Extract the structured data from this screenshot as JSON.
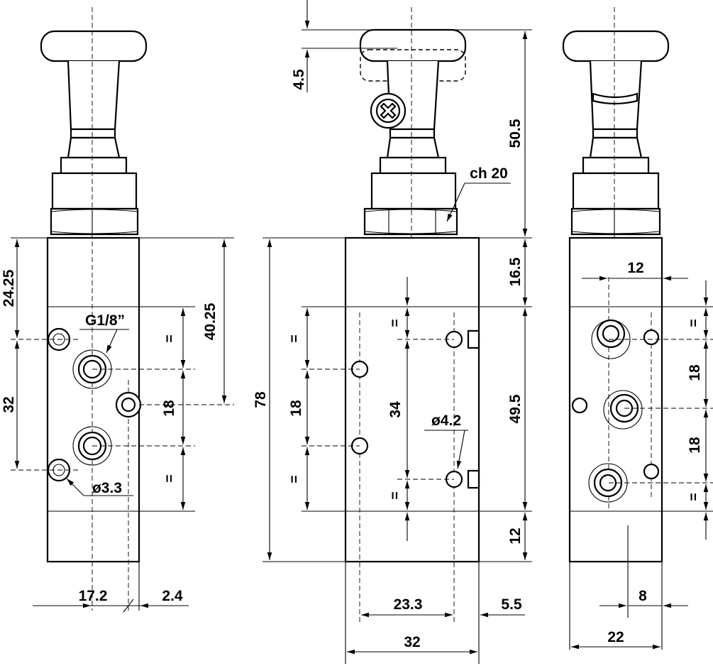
{
  "dimensions": {
    "left_view": {
      "top_offset": "24.25",
      "port_pitch": "32",
      "thread": "G1/8”",
      "hole_diameter": "ø3.3",
      "equal_top": "=",
      "equal_bottom": "=",
      "center_spacing": "18",
      "side_port_height": "40.25",
      "width_main": "17.2",
      "offset_small": "2.4"
    },
    "center_view": {
      "button_stroke": "4.5",
      "actuator_height": "50.5",
      "wrench_size": "ch 20",
      "top_block": "16.5",
      "overall_height": "78",
      "equal_left_top": "=",
      "equal_left_bottom": "=",
      "left_spacing": "18",
      "equal_mid_top": "=",
      "equal_mid_bottom": "=",
      "mid_spacing": "34",
      "hole_diameter": "ø4.2",
      "port_zone": "49.5",
      "bottom_block": "12",
      "hole_offset": "23.3",
      "edge_offset": "5.5",
      "body_width": "32"
    },
    "right_view": {
      "top_offset": "12",
      "equal_top": "=",
      "spacing_upper": "18",
      "spacing_lower": "18",
      "equal_bottom": "=",
      "port_offset": "8",
      "body_width": "22"
    }
  }
}
